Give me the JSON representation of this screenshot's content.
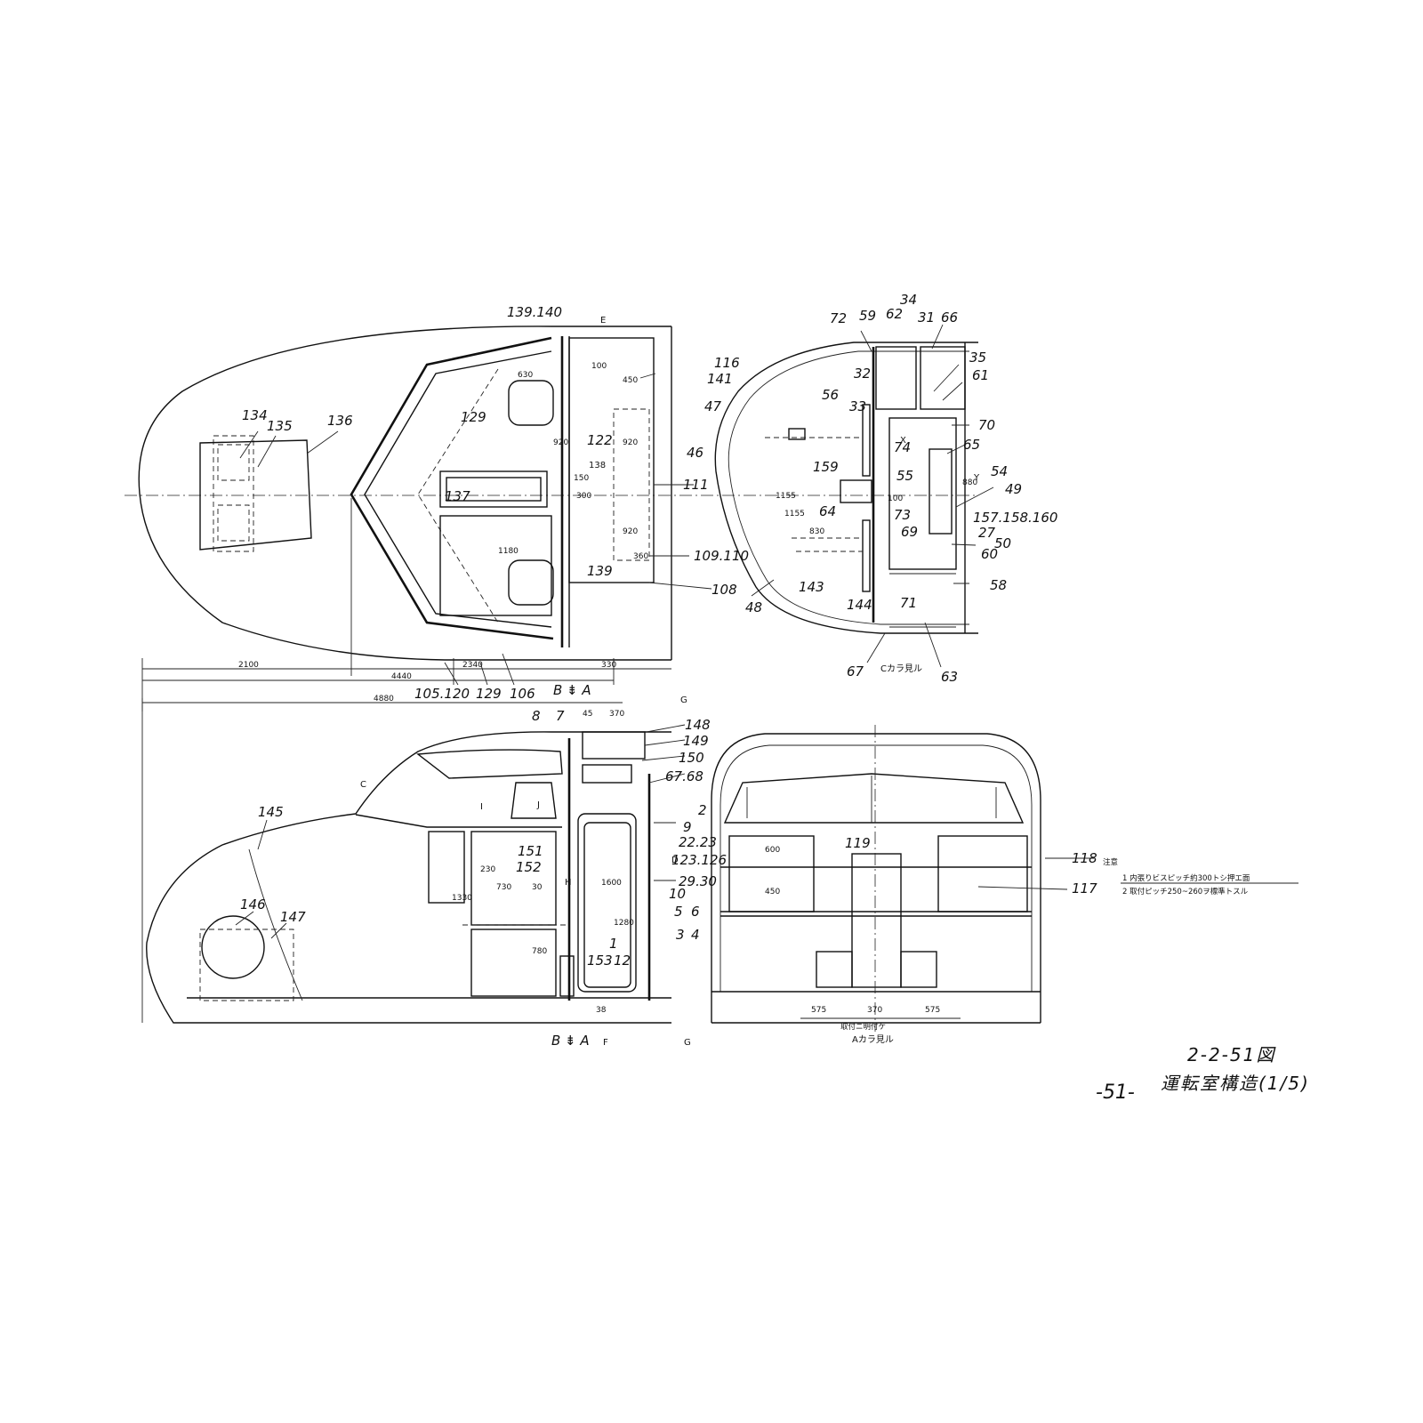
{
  "caption": {
    "figure_number": "2-2-51図",
    "title": "運転室構造(1/5)"
  },
  "page_number": "-51-",
  "notes": {
    "heading": "注意",
    "line1": "1 内張りビスピッチ約300トシ押エ面",
    "line2": "2 取付ピッチ250~260ヲ標準トスル"
  },
  "view_titles": {
    "c_view": "Cカラ見ル",
    "a_view_mount": "取付ニ明付ケ",
    "a_view": "Aカラ見ル"
  },
  "section_marks": {
    "b_a_top": "B ⇟ A",
    "b_a_bottom": "B ⇟ A",
    "e": "E",
    "f": "F",
    "g_top": "G",
    "g_bottom": "G",
    "c": "C",
    "d": "D",
    "h": "H",
    "i": "I",
    "j": "J",
    "x": "X",
    "y": "Y"
  },
  "plan_view": {
    "labels": [
      "139.140",
      "134",
      "135",
      "136",
      "129",
      "122",
      "138",
      "137",
      "139",
      "116",
      "141",
      "111",
      "109.110",
      "108",
      "105.120",
      "129",
      "106"
    ],
    "dimensions": [
      "2100",
      "2340",
      "4440",
      "4880",
      "330",
      "450",
      "920",
      "1180",
      "920",
      "300",
      "920",
      "360",
      "150",
      "630",
      "100"
    ]
  },
  "front_section": {
    "labels": [
      "72",
      "59",
      "62",
      "34",
      "31",
      "66",
      "35",
      "61",
      "32",
      "56",
      "33",
      "47",
      "70",
      "46",
      "74",
      "65",
      "54",
      "55",
      "159",
      "49",
      "64",
      "73",
      "157.158.160",
      "69",
      "27",
      "50",
      "60",
      "58",
      "48",
      "143",
      "144",
      "71",
      "63",
      "67"
    ],
    "dimensions": [
      "1155",
      "1155",
      "830",
      "100",
      "880"
    ]
  },
  "side_view": {
    "labels": [
      "8",
      "7",
      "148",
      "149",
      "150",
      "67.68",
      "2",
      "145",
      "9",
      "22.23",
      "123.126",
      "151",
      "152",
      "29.30",
      "10",
      "146",
      "147",
      "5",
      "6",
      "3",
      "4",
      "1",
      "153",
      "12"
    ],
    "dimensions": [
      "45",
      "370",
      "230",
      "730",
      "30",
      "1330",
      "1600",
      "1280",
      "780",
      "38"
    ]
  },
  "end_view": {
    "labels": [
      "119",
      "118",
      "117"
    ],
    "dimensions": [
      "600",
      "450",
      "575",
      "370",
      "575"
    ]
  }
}
